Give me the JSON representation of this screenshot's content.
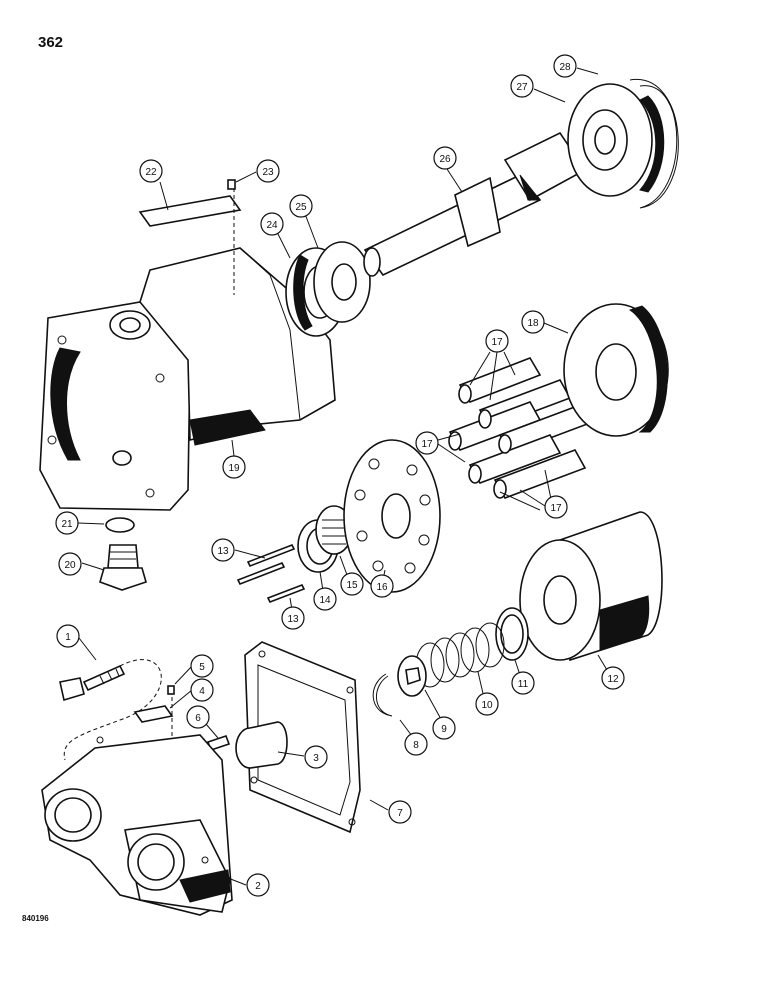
{
  "page": {
    "number": "362",
    "drawing_code": "840196"
  },
  "callouts": [
    {
      "label": "1"
    },
    {
      "label": "2"
    },
    {
      "label": "3"
    },
    {
      "label": "4"
    },
    {
      "label": "5"
    },
    {
      "label": "6"
    },
    {
      "label": "7"
    },
    {
      "label": "8"
    },
    {
      "label": "9"
    },
    {
      "label": "10"
    },
    {
      "label": "11"
    },
    {
      "label": "12"
    },
    {
      "label": "13"
    },
    {
      "label": "13"
    },
    {
      "label": "14"
    },
    {
      "label": "15"
    },
    {
      "label": "16"
    },
    {
      "label": "17"
    },
    {
      "label": "17"
    },
    {
      "label": "17"
    },
    {
      "label": "18"
    },
    {
      "label": "19"
    },
    {
      "label": "20"
    },
    {
      "label": "21"
    },
    {
      "label": "22"
    },
    {
      "label": "23"
    },
    {
      "label": "24"
    },
    {
      "label": "25"
    },
    {
      "label": "26"
    },
    {
      "label": "27"
    },
    {
      "label": "28"
    }
  ]
}
